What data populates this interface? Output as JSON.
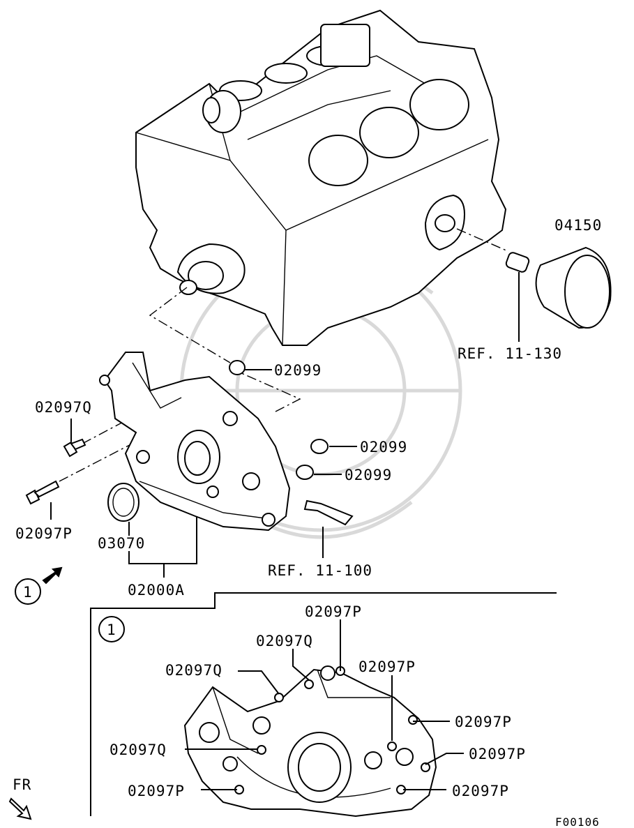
{
  "labels": {
    "p04150": "04150",
    "ref_11_130": "REF. 11-130",
    "p02099_top": "02099",
    "p02099_mid": "02099",
    "p02099_low": "02099",
    "p02097Q_left": "02097Q",
    "p02097P_left": "02097P",
    "p03070": "03070",
    "p02000A": "02000A",
    "ref_11_100": "REF. 11-100",
    "view_marker": "1",
    "inset_marker": "1",
    "inset_02097P_top": "02097P",
    "inset_02097Q_upper": "02097Q",
    "inset_02097Q_left": "02097Q",
    "inset_02097P_right_upper": "02097P",
    "inset_02097P_right_mid": "02097P",
    "inset_02097Q_mid_left": "02097Q",
    "inset_02097P_right_low": "02097P",
    "inset_02097P_bottom_left": "02097P",
    "inset_02097P_bottom_right": "02097P",
    "fr": "FR",
    "fig_code": "F00106"
  },
  "icons": {
    "view_arrow": "arrow-icon",
    "fr_arrow": "front-arrow-icon"
  }
}
